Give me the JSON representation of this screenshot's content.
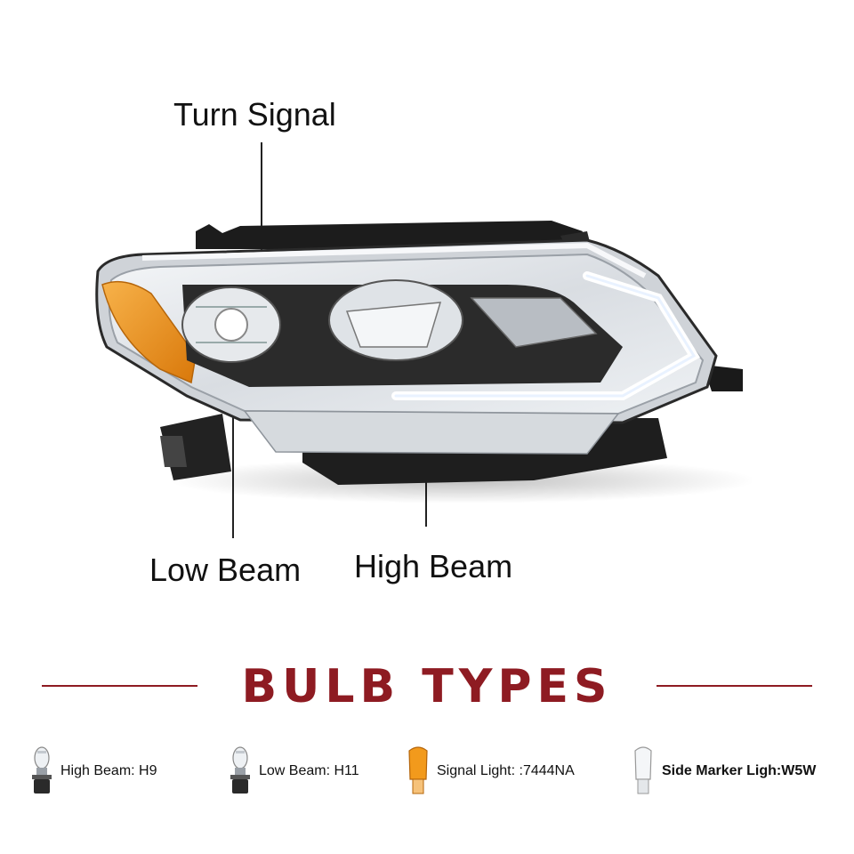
{
  "callouts": {
    "turn_signal": "Turn Signal",
    "low_beam": "Low Beam",
    "high_beam": "High Beam"
  },
  "section_title": "BULB TYPES",
  "bulbs": [
    {
      "label": "High Beam:  H9",
      "icon": "halogen-bulb-icon"
    },
    {
      "label": "Low Beam:  H11",
      "icon": "halogen-bulb-icon"
    },
    {
      "label": "Signal Light: :7444NA",
      "icon": "amber-wedge-bulb-icon"
    },
    {
      "label": "Side Marker Ligh:W5W",
      "icon": "clear-wedge-bulb-icon"
    }
  ],
  "colors": {
    "accent": "#8e1b22",
    "amber": "#e58a12",
    "chrome": "#c9ccd1",
    "housing": "#1e1e1e"
  }
}
